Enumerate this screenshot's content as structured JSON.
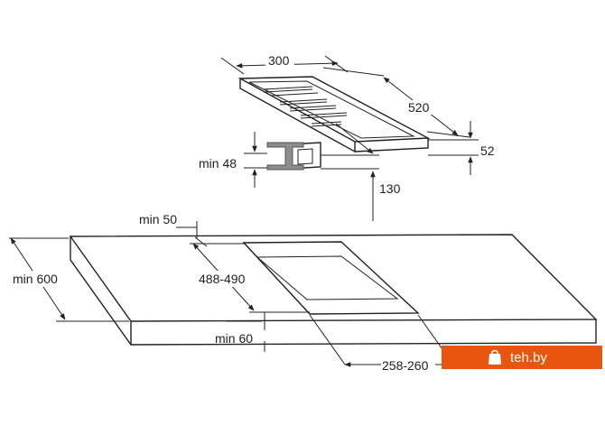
{
  "labels": {
    "width_300": "300",
    "depth_520": "520",
    "height_52": "52",
    "min_48": "min 48",
    "dim_130": "130",
    "min_50": "min 50",
    "min_600": "min 600",
    "cutout_488_490": "488-490",
    "min_60": "min 60",
    "cutout_258_260": "258-260"
  },
  "watermark": {
    "text": "teh.by",
    "background": "#e8550f",
    "icon": "shopping-bag-icon"
  }
}
